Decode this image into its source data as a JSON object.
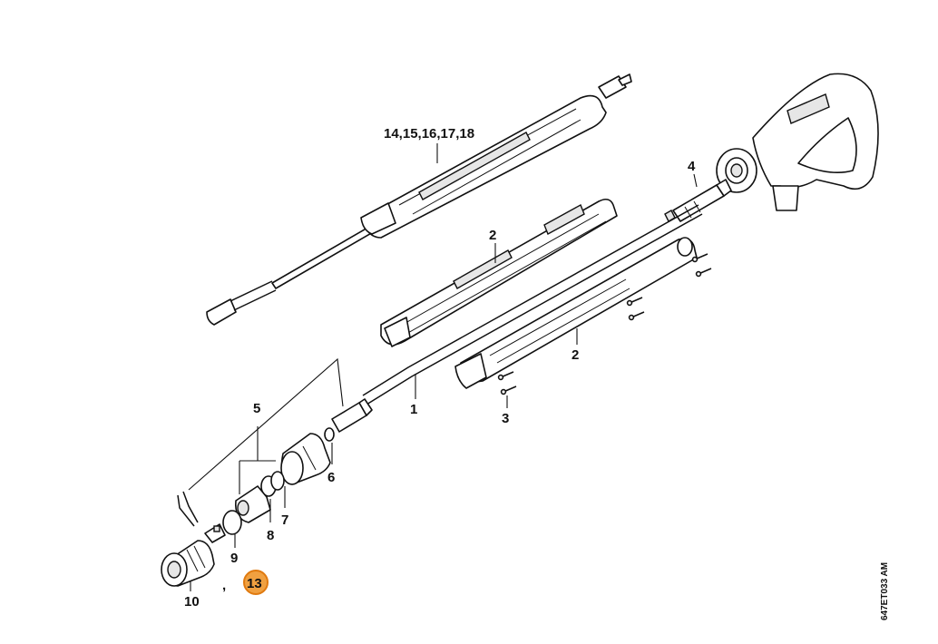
{
  "callouts": {
    "c14_18": "14,15,16,17,18",
    "c4": "4",
    "c2a": "2",
    "c2b": "2",
    "c1": "1",
    "c3": "3",
    "c5": "5",
    "c6": "6",
    "c7": "7",
    "c8": "8",
    "c9": "9",
    "c10": "10",
    "c13": "13",
    "comma": ","
  },
  "drawing_code": "647ET033 AM",
  "highlight_color": "#f0a040"
}
